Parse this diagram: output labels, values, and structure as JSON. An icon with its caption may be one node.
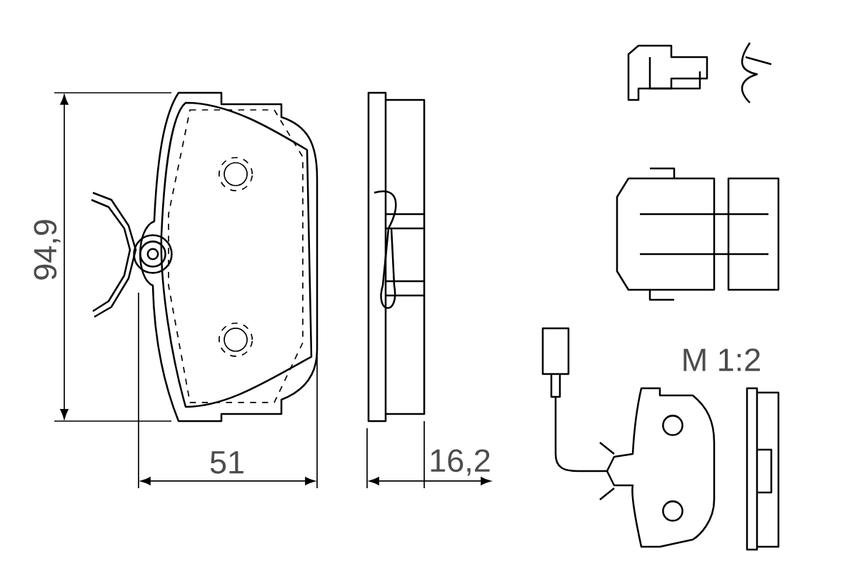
{
  "diagram": {
    "labels": [
      "94,9",
      "51",
      "16,2",
      "M 1:2"
    ]
  }
}
